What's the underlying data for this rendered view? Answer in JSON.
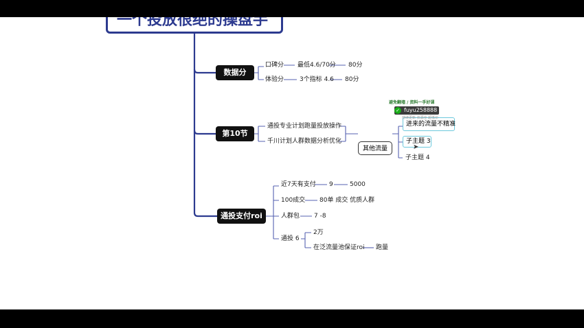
{
  "root": {
    "title": "一个投放很绝的操盘手"
  },
  "branches": {
    "b1": {
      "label": "数据分",
      "r1": {
        "a": "口碑分",
        "b": "最低4.6/70分",
        "c": "80分"
      },
      "r2": {
        "a": "体验分",
        "b": "3个指标 4.6",
        "c": "80分"
      }
    },
    "b2": {
      "label": "第10节",
      "r1": "通投专业计划跑量投放操作",
      "r2": "千川计划人群数据分析优化",
      "other": "其他流量",
      "subs": [
        "进来的流量不精准",
        "子主题 3",
        "子主题 4"
      ]
    },
    "b3": {
      "label": "通投支付roi",
      "r1": {
        "a": "近7天有支付",
        "b": "9",
        "c": "5000"
      },
      "r2": {
        "a": "100成交",
        "b": "80单 成交 优质人群"
      },
      "r3": {
        "a": "人群包",
        "b": "7 -8"
      },
      "r4": {
        "a": "通投 6",
        "b1": "2万",
        "b2": "在泛流量池保证roi",
        "b2c": "跑量"
      }
    }
  },
  "overlay": {
    "top_text": "避免翻墙 / 资料一手好课",
    "tag": "fuyu258888",
    "bottom_text": "持续更新 资源全 超低价"
  },
  "colors": {
    "accent": "#2c3a8f",
    "wire": "#5560b0",
    "selection": "#6cc8dc"
  },
  "icons": {
    "wechat": "wechat-icon",
    "cursor": "cursor-icon"
  }
}
